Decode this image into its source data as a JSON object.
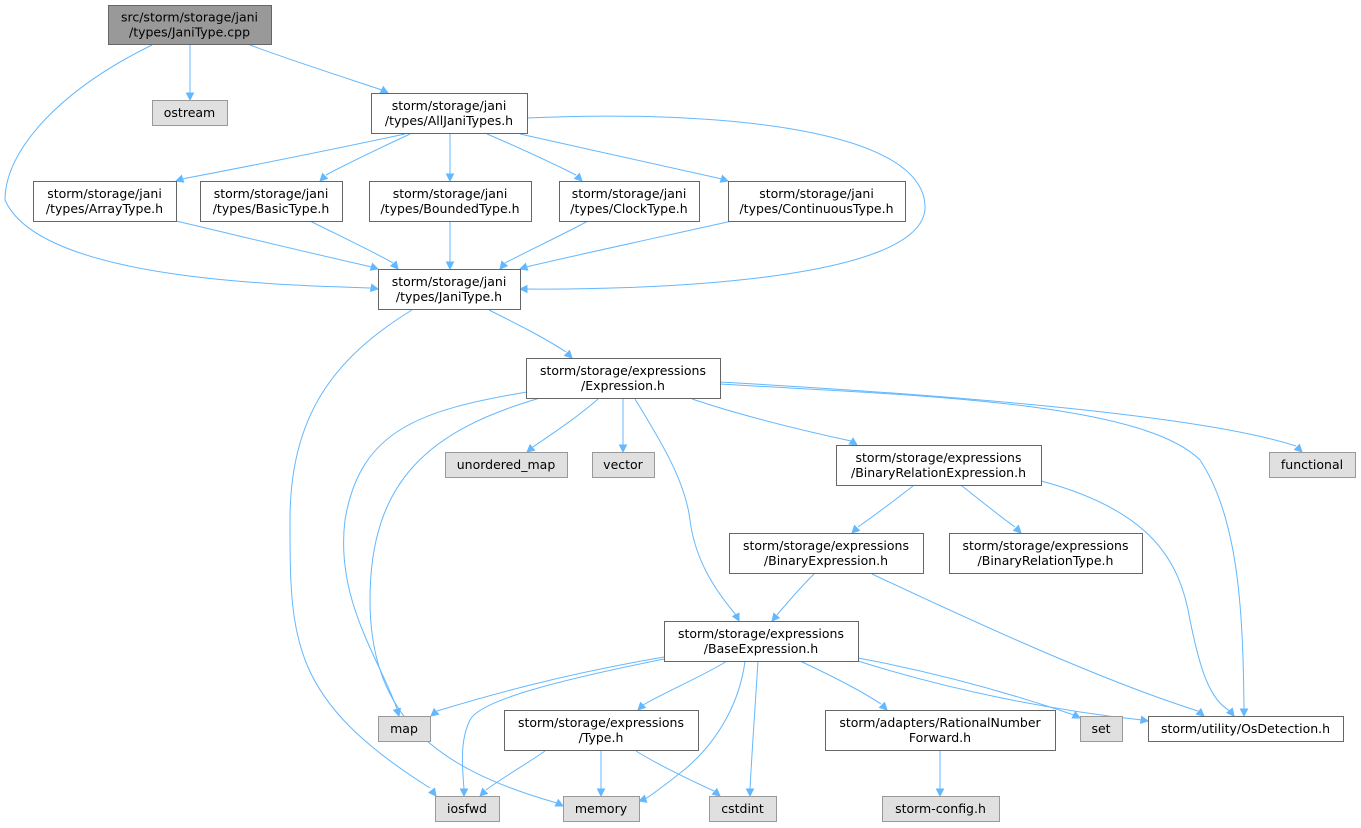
{
  "colors": {
    "root_fill": "#999999",
    "root_stroke": "#666666",
    "doc_fill": "#ffffff",
    "doc_stroke": "#666666",
    "ext_fill": "#e0e0e0",
    "ext_stroke": "#999999",
    "edge": "#63b8ff"
  },
  "nodes": [
    {
      "id": "janitype_cpp",
      "kind": "root",
      "lines": [
        "src/storm/storage/jani",
        "/types/JaniType.cpp"
      ]
    },
    {
      "id": "ostream",
      "kind": "ext",
      "lines": [
        "ostream"
      ]
    },
    {
      "id": "alljanitypes_h",
      "kind": "doc",
      "lines": [
        "storm/storage/jani",
        "/types/AllJaniTypes.h"
      ]
    },
    {
      "id": "arraytype_h",
      "kind": "doc",
      "lines": [
        "storm/storage/jani",
        "/types/ArrayType.h"
      ]
    },
    {
      "id": "basictype_h",
      "kind": "doc",
      "lines": [
        "storm/storage/jani",
        "/types/BasicType.h"
      ]
    },
    {
      "id": "boundedtype_h",
      "kind": "doc",
      "lines": [
        "storm/storage/jani",
        "/types/BoundedType.h"
      ]
    },
    {
      "id": "clocktype_h",
      "kind": "doc",
      "lines": [
        "storm/storage/jani",
        "/types/ClockType.h"
      ]
    },
    {
      "id": "continuoustype_h",
      "kind": "doc",
      "lines": [
        "storm/storage/jani",
        "/types/ContinuousType.h"
      ]
    },
    {
      "id": "janitype_h",
      "kind": "doc",
      "lines": [
        "storm/storage/jani",
        "/types/JaniType.h"
      ]
    },
    {
      "id": "expression_h",
      "kind": "doc",
      "lines": [
        "storm/storage/expressions",
        "/Expression.h"
      ]
    },
    {
      "id": "unordered_map",
      "kind": "ext",
      "lines": [
        "unordered_map"
      ]
    },
    {
      "id": "vector",
      "kind": "ext",
      "lines": [
        "vector"
      ]
    },
    {
      "id": "binaryrelationexpression_h",
      "kind": "doc",
      "lines": [
        "storm/storage/expressions",
        "/BinaryRelationExpression.h"
      ]
    },
    {
      "id": "functional",
      "kind": "ext",
      "lines": [
        "functional"
      ]
    },
    {
      "id": "binaryexpression_h",
      "kind": "doc",
      "lines": [
        "storm/storage/expressions",
        "/BinaryExpression.h"
      ]
    },
    {
      "id": "binaryrelationtype_h",
      "kind": "doc",
      "lines": [
        "storm/storage/expressions",
        "/BinaryRelationType.h"
      ]
    },
    {
      "id": "baseexpression_h",
      "kind": "doc",
      "lines": [
        "storm/storage/expressions",
        "/BaseExpression.h"
      ]
    },
    {
      "id": "map",
      "kind": "ext",
      "lines": [
        "map"
      ]
    },
    {
      "id": "type_h",
      "kind": "doc",
      "lines": [
        "storm/storage/expressions",
        "/Type.h"
      ]
    },
    {
      "id": "rationalnumberforward_h",
      "kind": "doc",
      "lines": [
        "storm/adapters/RationalNumber",
        "Forward.h"
      ]
    },
    {
      "id": "set",
      "kind": "ext",
      "lines": [
        "set"
      ]
    },
    {
      "id": "osdetection_h",
      "kind": "doc",
      "lines": [
        "storm/utility/OsDetection.h"
      ]
    },
    {
      "id": "iosfwd",
      "kind": "ext",
      "lines": [
        "iosfwd"
      ]
    },
    {
      "id": "memory",
      "kind": "ext",
      "lines": [
        "memory"
      ]
    },
    {
      "id": "cstdint",
      "kind": "ext",
      "lines": [
        "cstdint"
      ]
    },
    {
      "id": "storm_config_h",
      "kind": "ext",
      "lines": [
        "storm-config.h"
      ]
    }
  ],
  "edges": [
    {
      "from": "janitype_cpp",
      "to": "janitype_h"
    },
    {
      "from": "janitype_cpp",
      "to": "ostream"
    },
    {
      "from": "janitype_cpp",
      "to": "alljanitypes_h"
    },
    {
      "from": "alljanitypes_h",
      "to": "janitype_h"
    },
    {
      "from": "alljanitypes_h",
      "to": "arraytype_h"
    },
    {
      "from": "alljanitypes_h",
      "to": "basictype_h"
    },
    {
      "from": "alljanitypes_h",
      "to": "boundedtype_h"
    },
    {
      "from": "alljanitypes_h",
      "to": "clocktype_h"
    },
    {
      "from": "alljanitypes_h",
      "to": "continuoustype_h"
    },
    {
      "from": "arraytype_h",
      "to": "janitype_h"
    },
    {
      "from": "basictype_h",
      "to": "janitype_h"
    },
    {
      "from": "boundedtype_h",
      "to": "janitype_h"
    },
    {
      "from": "clocktype_h",
      "to": "janitype_h"
    },
    {
      "from": "continuoustype_h",
      "to": "janitype_h"
    },
    {
      "from": "janitype_h",
      "to": "expression_h"
    },
    {
      "from": "janitype_h",
      "to": "iosfwd"
    },
    {
      "from": "expression_h",
      "to": "map"
    },
    {
      "from": "expression_h",
      "to": "memory"
    },
    {
      "from": "expression_h",
      "to": "unordered_map"
    },
    {
      "from": "expression_h",
      "to": "vector"
    },
    {
      "from": "expression_h",
      "to": "baseexpression_h"
    },
    {
      "from": "expression_h",
      "to": "binaryrelationexpression_h"
    },
    {
      "from": "expression_h",
      "to": "osdetection_h"
    },
    {
      "from": "expression_h",
      "to": "functional"
    },
    {
      "from": "binaryrelationexpression_h",
      "to": "binaryexpression_h"
    },
    {
      "from": "binaryrelationexpression_h",
      "to": "binaryrelationtype_h"
    },
    {
      "from": "binaryrelationexpression_h",
      "to": "osdetection_h"
    },
    {
      "from": "binaryexpression_h",
      "to": "baseexpression_h"
    },
    {
      "from": "binaryexpression_h",
      "to": "osdetection_h"
    },
    {
      "from": "baseexpression_h",
      "to": "map"
    },
    {
      "from": "baseexpression_h",
      "to": "iosfwd"
    },
    {
      "from": "baseexpression_h",
      "to": "type_h"
    },
    {
      "from": "baseexpression_h",
      "to": "memory"
    },
    {
      "from": "baseexpression_h",
      "to": "cstdint"
    },
    {
      "from": "baseexpression_h",
      "to": "rationalnumberforward_h"
    },
    {
      "from": "baseexpression_h",
      "to": "set"
    },
    {
      "from": "baseexpression_h",
      "to": "osdetection_h"
    },
    {
      "from": "type_h",
      "to": "iosfwd"
    },
    {
      "from": "type_h",
      "to": "memory"
    },
    {
      "from": "type_h",
      "to": "cstdint"
    },
    {
      "from": "rationalnumberforward_h",
      "to": "storm_config_h"
    }
  ]
}
